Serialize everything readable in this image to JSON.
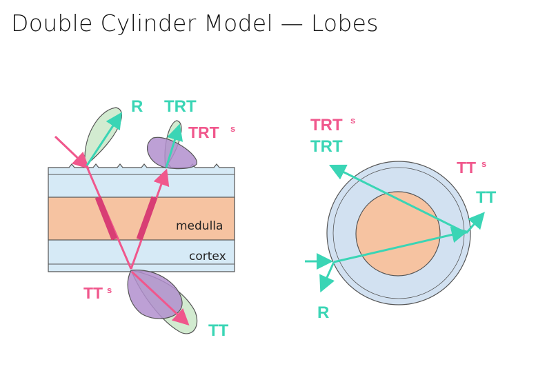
{
  "title": "Double Cylinder Model — Lobes",
  "colors": {
    "pink": "#f0578c",
    "teal": "#3ad5b5",
    "cortex_fill": "#d6eaf6",
    "medulla_fill": "#f6c3a1",
    "lobe_green": "#d2ebd0",
    "lobe_purple": "#b28fce",
    "circle_outer": "#d2e1f1",
    "circle_inner": "#f6c3a1"
  },
  "left_diagram": {
    "labels": {
      "r": "R",
      "trt": "TRT",
      "trt_s": "TRT",
      "tt_s": "TT",
      "tt": "TT",
      "sup_s": "s"
    },
    "layers": {
      "medulla": "medulla",
      "cortex": "cortex"
    }
  },
  "right_diagram": {
    "labels": {
      "trt_s": "TRT",
      "trt": "TRT",
      "tt_s": "TT",
      "tt": "TT",
      "r": "R",
      "sup_s": "s"
    }
  }
}
